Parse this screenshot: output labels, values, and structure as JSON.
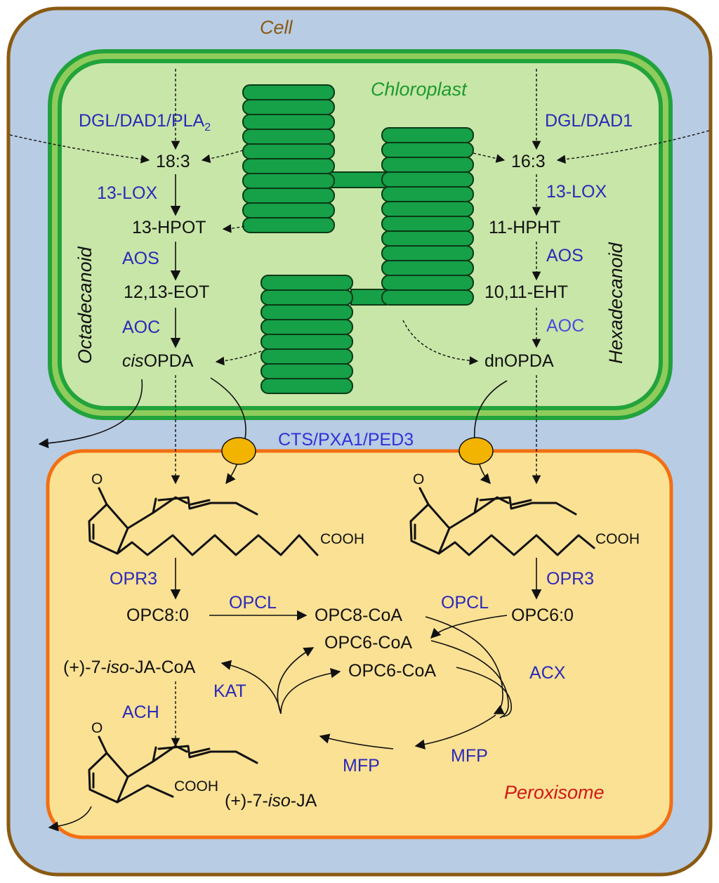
{
  "compartments": {
    "cell": "Cell",
    "chloroplast": "Chloroplast",
    "peroxisome": "Peroxisome"
  },
  "pathways": {
    "left": "Octadecanoid",
    "right": "Hexadecanoid"
  },
  "chloroplast_left": {
    "enzyme1_main": "DGL/DAD1/PLA",
    "enzyme1_sub": "2",
    "metabolite1": "18:3",
    "enzyme2": "13-LOX",
    "metabolite2": "13-HPOT",
    "enzyme3": "AOS",
    "metabolite3": "12,13-EOT",
    "enzyme4": "AOC",
    "product_italic": "cis",
    "product_rest": "OPDA"
  },
  "chloroplast_right": {
    "enzyme1": "DGL/DAD1",
    "metabolite1": "16:3",
    "enzyme2": "13-LOX",
    "metabolite2": "11-HPHT",
    "enzyme3": "AOS",
    "metabolite3": "10,11-EHT",
    "enzyme4": "AOC",
    "product": "dnOPDA"
  },
  "transporter": "CTS/PXA1/PED3",
  "peroxisome": {
    "cooh_left": "COOH",
    "cooh_right": "COOH",
    "cooh_ja": "COOH",
    "ketone_o1": "O",
    "ketone_o2": "O",
    "ketone_o3": "O",
    "opr3_left": "OPR3",
    "opr3_right": "OPR3",
    "opc80": "OPC8:0",
    "opcl_left": "OPCL",
    "opc8coa": "OPC8-CoA",
    "opcl_right": "OPCL",
    "opc60": "OPC6:0",
    "opc6coa_1": "OPC6-CoA",
    "opc6coa_2": "OPC6-CoA",
    "ja_coa_a": "(+)-7-",
    "ja_coa_iso": "iso",
    "ja_coa_b": "-JA-CoA",
    "kat": "KAT",
    "acx": "ACX",
    "mfp_left": "MFP",
    "mfp_right": "MFP",
    "ach": "ACH",
    "ja_a": "(+)-7-",
    "ja_iso": "iso",
    "ja_b": "-JA"
  },
  "colors": {
    "cell_fill": "#b8cce4",
    "cell_border": "#8a5a12",
    "chloroplast_fill": "#c8e6a8",
    "chloroplast_outer": "#22a33c",
    "chloroplast_inner": "#8fcc5c",
    "peroxisome_fill": "#fbe194",
    "peroxisome_border": "#f36f12",
    "thylakoid": "#16a048",
    "transporter": "#f2b400",
    "enzyme_text": "#2a2ab8"
  }
}
